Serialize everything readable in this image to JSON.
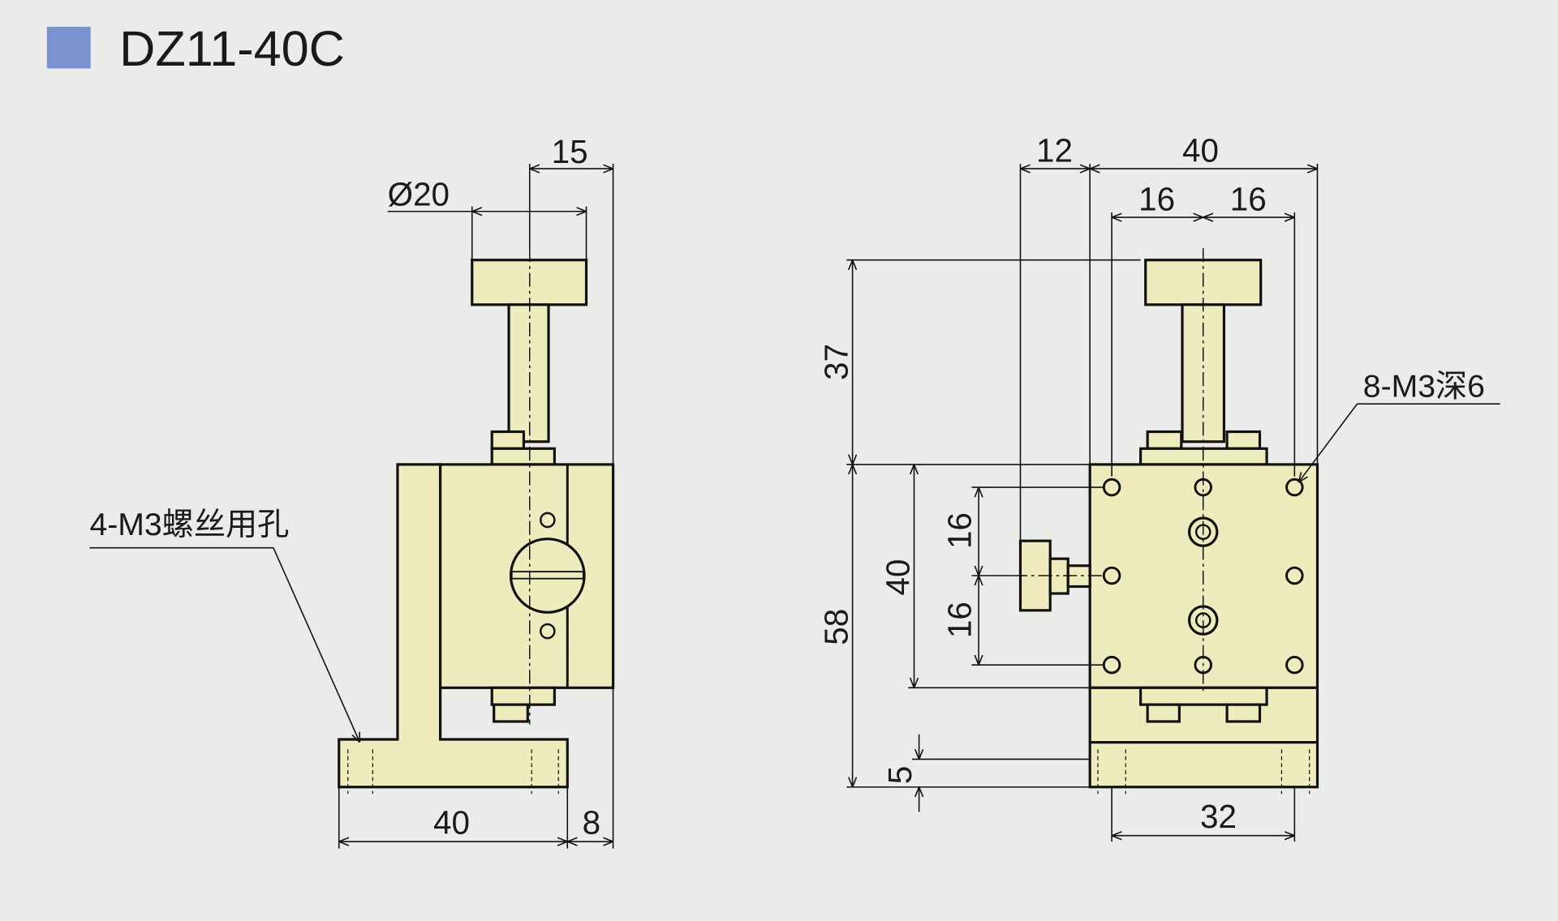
{
  "title": "DZ11-40C",
  "colors": {
    "title_marker": "#7a93d0",
    "part_fill": "#eeebbd",
    "background": "#ebebea"
  },
  "side_view": {
    "dims": {
      "knob_offset": "15",
      "knob_diameter": "Ø20",
      "base_width": "40",
      "base_overhang": "8"
    },
    "callout": "4-M3螺丝用孔"
  },
  "front_view": {
    "dims": {
      "side_knob": "12",
      "width": "40",
      "hole_left": "16",
      "hole_right": "16",
      "knob_height": "37",
      "total_height": "58",
      "body_height": "40",
      "hole_upper": "16",
      "hole_lower": "16",
      "base_thickness": "5",
      "base_hole_spacing": "32"
    },
    "callout": "8-M3深6"
  }
}
